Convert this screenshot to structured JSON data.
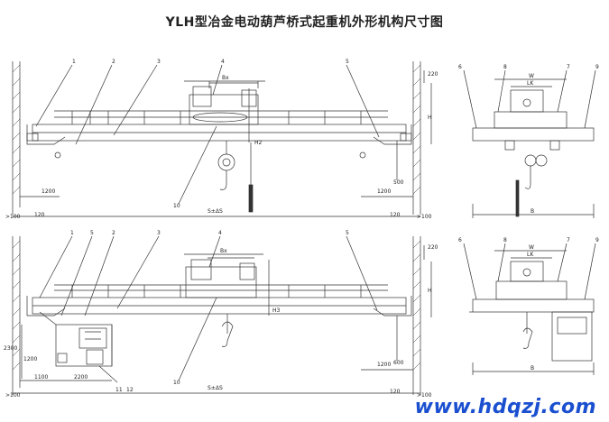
{
  "title": "YLH型冶金电动葫芦桥式起重机外形机构尺寸图",
  "watermark": "www.hdqzj.com",
  "colors": {
    "line": "#333333",
    "brand": "#1a4fd0"
  },
  "top_view": {
    "callouts": [
      "1",
      "2",
      "3",
      "4",
      "5",
      "10"
    ],
    "end_callouts": [
      "6",
      "8",
      "7",
      "9"
    ],
    "dims": {
      "bx": "Bx",
      "h": "H",
      "h2": "H2",
      "d500": "500",
      "d1200_left": "1200",
      "d1200_right": "1200",
      "d120_left": "120",
      "d120_right": "120",
      "gt100_left": ">100",
      "gt100_right": ">100",
      "span": "S±ΔS",
      "d220": "220",
      "w": "W",
      "lk": "LK",
      "b": "B"
    }
  },
  "bottom_view": {
    "callouts": [
      "1",
      "5",
      "2",
      "3",
      "4",
      "5",
      "10",
      "11",
      "12"
    ],
    "end_callouts": [
      "6",
      "8",
      "7",
      "9"
    ],
    "dims": {
      "bx": "Bx",
      "h": "H",
      "h3": "H3",
      "d600": "600",
      "d1200_left": "1200",
      "d1200_right": "1200",
      "d1100": "1100",
      "d2200": "2200",
      "d2300": "2300",
      "d120_right": "120",
      "gt100_left": ">100",
      "gt100_right": ">100",
      "span": "S±ΔS",
      "d220": "220",
      "w": "W",
      "lk": "LK",
      "b": "B"
    }
  }
}
